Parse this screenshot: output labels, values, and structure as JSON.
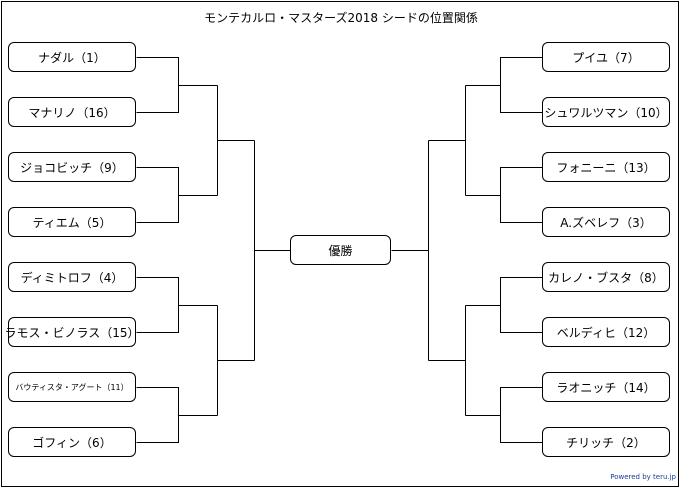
{
  "title": "モンテカルロ・マスターズ2018 シードの位置関係",
  "winner_label": "優勝",
  "left": [
    "ナダル（1）",
    "マナリノ（16）",
    "ジョコビッチ（9）",
    "ティエム（5）",
    "ディミトロフ（4）",
    "ラモス・ビノラス（15）",
    "バウティスタ・アグート（11）",
    "ゴフィン（6）"
  ],
  "right": [
    "プイユ（7）",
    "シュワルツマン（10）",
    "フォニーニ（13）",
    "A.ズベレフ（3）",
    "カレノ・ブスタ（8）",
    "ベルディヒ（12）",
    "ラオニッチ（14）",
    "チリッチ（2）"
  ],
  "credit": "Powered by teru.jp"
}
